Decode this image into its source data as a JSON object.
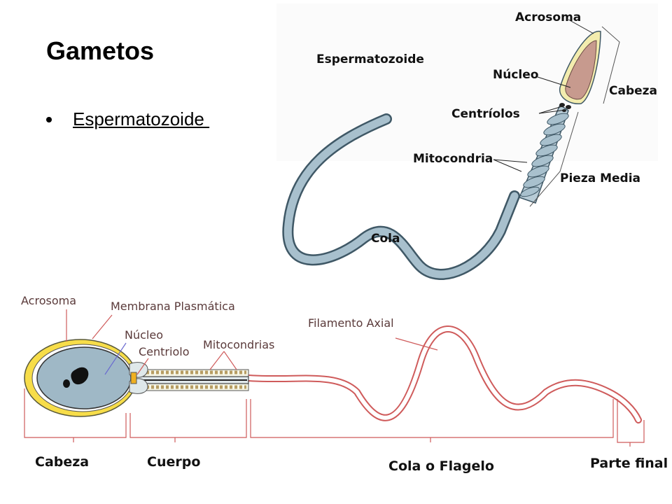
{
  "slide": {
    "title": "Gametos",
    "bullet": "Espermatozoide "
  },
  "top_diagram": {
    "title": "Espermatozoide",
    "labels": {
      "acrosoma": "Acrosoma",
      "nucleo": "Núcleo",
      "cabeza": "Cabeza",
      "centriolos": "Centríolos",
      "mitocondria": "Mitocondria",
      "pieza_media": "Pieza Media",
      "cola": "Cola"
    }
  },
  "bottom_diagram": {
    "labels": {
      "acrosoma": "Acrosoma",
      "membrana": "Membrana Plasmática",
      "nucleo": "Núcleo",
      "centriolo": "Centriolo",
      "mitocondrias": "Mitocondrias",
      "filamento": "Filamento Axial"
    },
    "sections": {
      "cabeza": "Cabeza",
      "cuerpo": "Cuerpo",
      "cola": "Cola o Flagelo",
      "parte_final": "Parte final"
    }
  },
  "colors": {
    "tail_blue": "#9fb8c6",
    "nucleus": "#c79a8e",
    "acrosome_yellow": "#e8e07a",
    "label_red": "#d9534f"
  }
}
